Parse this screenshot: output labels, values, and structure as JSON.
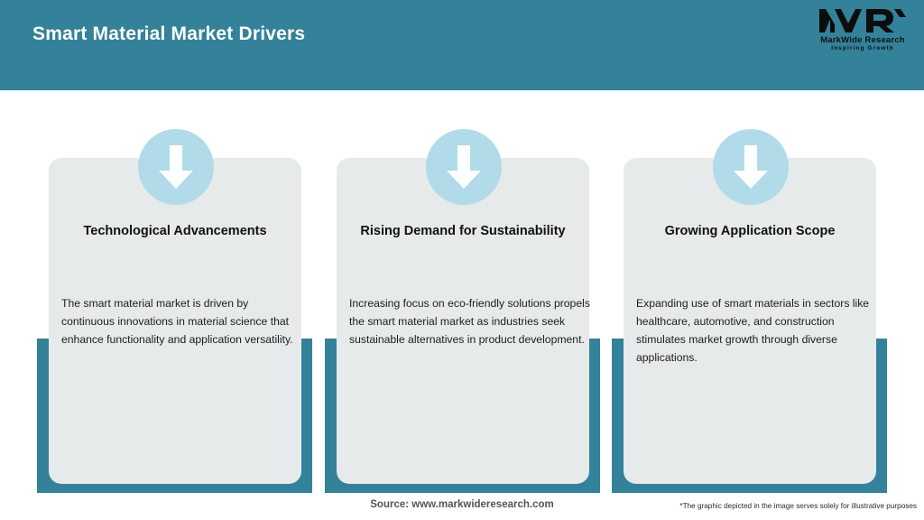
{
  "header": {
    "title": "Smart Material Market Drivers",
    "bar_color": "#33829a",
    "title_color": "#ffffff"
  },
  "logo": {
    "mark": "MWR",
    "name": "MarkWide Research",
    "tagline": "Inspiring Growth"
  },
  "cards": [
    {
      "icon": "down-arrow-icon",
      "title": "Technological Advancements",
      "description": "The smart material market is driven by continuous innovations in material science that enhance functionality and application versatility."
    },
    {
      "icon": "down-arrow-icon",
      "title": "Rising Demand for Sustainability",
      "description": "Increasing focus on eco-friendly solutions propels the smart material market as industries seek sustainable alternatives in product development."
    },
    {
      "icon": "down-arrow-icon",
      "title": "Growing Application Scope",
      "description": "Expanding use of smart materials in sectors like healthcare, automotive, and construction stimulates market growth through diverse applications."
    }
  ],
  "footer": {
    "source": "Source: www.markwideresearch.com",
    "disclaimer": "*The graphic depicted in the image serves solely for illustrative purposes"
  },
  "colors": {
    "teal": "#33829a",
    "card_bg": "#e7eaeb",
    "icon_circle": "#b2dbea",
    "icon_arrow": "#ffffff",
    "page_bg": "#ffffff"
  }
}
